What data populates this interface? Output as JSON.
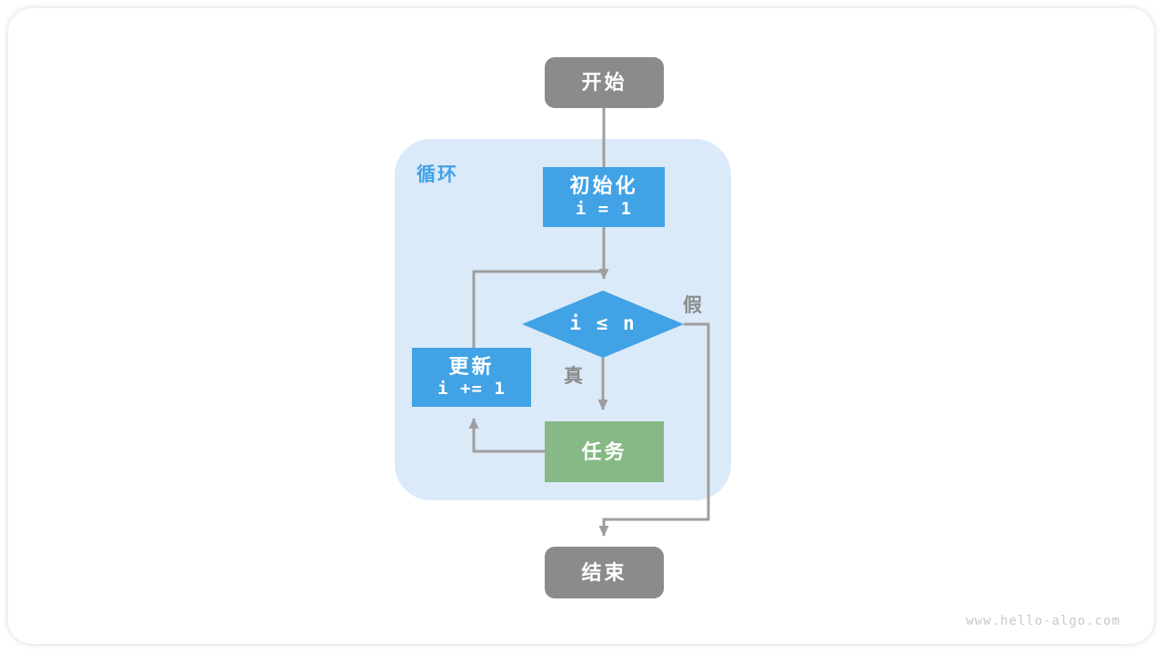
{
  "page": {
    "watermark": "www.hello-algo.com"
  },
  "diagram": {
    "loop_container_label": "循环",
    "nodes": {
      "start": {
        "label": "开始"
      },
      "init": {
        "label": "初始化",
        "code": "i = 1"
      },
      "condition": {
        "label": "i ≤ n"
      },
      "update": {
        "label": "更新",
        "code": "i += 1"
      },
      "task": {
        "label": "任务"
      },
      "end": {
        "label": "结束"
      }
    },
    "edge_labels": {
      "true": "真",
      "false": "假"
    },
    "colors": {
      "process_blue": "#41A2E5",
      "loop_container_fill": "#DBEAF8",
      "task_green": "#86B985",
      "terminal_gray": "#8B8B8B",
      "arrow_gray": "#9E9E9E",
      "edge_label_gray": "#8C8C8C",
      "watermark_gray": "#C9C9C9"
    }
  }
}
